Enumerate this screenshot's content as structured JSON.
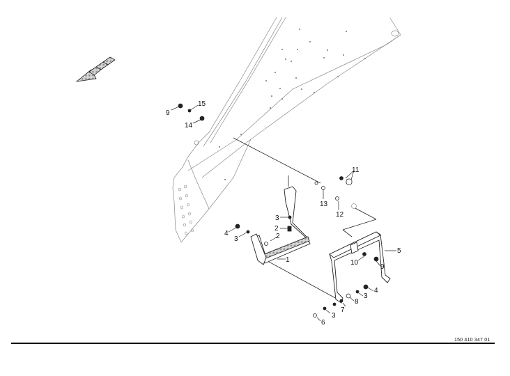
{
  "diagram": {
    "type": "exploded parts illustration",
    "document_number": "150 410 347 01",
    "direction_arrow": "travel-direction-arrow",
    "parts": [
      {
        "label": "1",
        "part": "step ladder"
      },
      {
        "label": "2",
        "part": "bolt"
      },
      {
        "label": "3",
        "part": "washer"
      },
      {
        "label": "4",
        "part": "nut"
      },
      {
        "label": "5",
        "part": "step frame"
      },
      {
        "label": "6",
        "part": "bolt"
      },
      {
        "label": "7",
        "part": "washer"
      },
      {
        "label": "8",
        "part": "spacer"
      },
      {
        "label": "9",
        "part": "nut"
      },
      {
        "label": "10",
        "part": "washer"
      },
      {
        "label": "11",
        "part": "bushing"
      },
      {
        "label": "12",
        "part": "bolt"
      },
      {
        "label": "13",
        "part": "bolt"
      },
      {
        "label": "14",
        "part": "nut"
      },
      {
        "label": "15",
        "part": "washer"
      }
    ],
    "callouts": [
      {
        "text": "9"
      },
      {
        "text": "15"
      },
      {
        "text": "14"
      },
      {
        "text": "11"
      },
      {
        "text": "13"
      },
      {
        "text": "12"
      },
      {
        "text": "3"
      },
      {
        "text": "2"
      },
      {
        "text": "4"
      },
      {
        "text": "3"
      },
      {
        "text": "2"
      },
      {
        "text": "1"
      },
      {
        "text": "5"
      },
      {
        "text": "10"
      },
      {
        "text": "9"
      },
      {
        "text": "4"
      },
      {
        "text": "3"
      },
      {
        "text": "8"
      },
      {
        "text": "7"
      },
      {
        "text": "3"
      },
      {
        "text": "6"
      }
    ]
  }
}
